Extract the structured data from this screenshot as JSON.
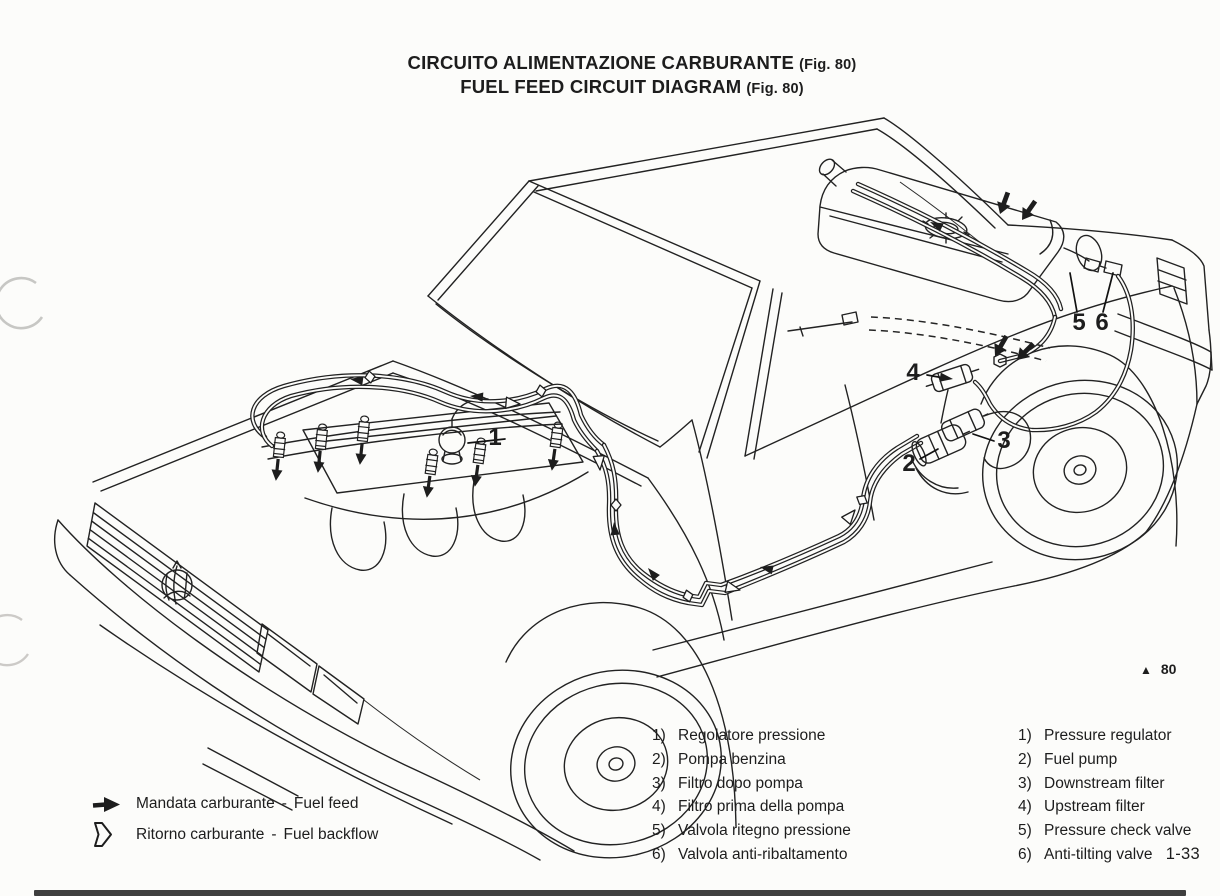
{
  "page": {
    "title_it": "CIRCUITO ALIMENTAZIONE CARBURANTE",
    "title_it_fig": "(Fig. 80)",
    "title_en": "FUEL FEED CIRCUIT DIAGRAM",
    "title_en_fig": "(Fig. 80)",
    "figure_ref_icon": "▲",
    "figure_ref_number": "80",
    "page_number": "1-33"
  },
  "callouts": {
    "n1": "1",
    "n2": "2",
    "n3": "3",
    "n4": "4",
    "n5": "5",
    "n6": "6"
  },
  "legend_it": {
    "items": [
      {
        "num": "1)",
        "label": "Regolatore pressione"
      },
      {
        "num": "2)",
        "label": "Pompa benzina"
      },
      {
        "num": "3)",
        "label": "Filtro dopo pompa"
      },
      {
        "num": "4)",
        "label": "Filtro prima della pompa"
      },
      {
        "num": "5)",
        "label": "Valvola ritegno pressione"
      },
      {
        "num": "6)",
        "label": "Valvola anti-ribaltamento"
      }
    ]
  },
  "legend_en": {
    "items": [
      {
        "num": "1)",
        "label": "Pressure regulator"
      },
      {
        "num": "2)",
        "label": "Fuel pump"
      },
      {
        "num": "3)",
        "label": "Downstream filter"
      },
      {
        "num": "4)",
        "label": "Upstream filter"
      },
      {
        "num": "5)",
        "label": "Pressure check valve"
      },
      {
        "num": "6)",
        "label": "Anti-tilting valve"
      }
    ]
  },
  "flow": {
    "feed_it": "Mandata carburante",
    "feed_en": "Fuel feed",
    "backflow_it": "Ritorno carburante",
    "backflow_en": "Fuel backflow",
    "sep": "-"
  },
  "colors": {
    "ink": "#1d1d1d",
    "paper": "#fcfcfa"
  }
}
